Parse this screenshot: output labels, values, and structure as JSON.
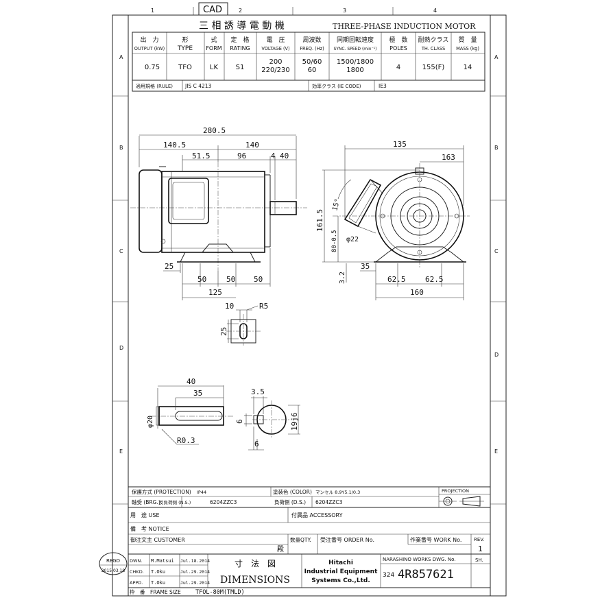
{
  "sheet": {
    "cad_label": "CAD",
    "col_numbers": [
      "1",
      "2",
      "3",
      "4"
    ],
    "row_letters": [
      "A",
      "B",
      "C",
      "D",
      "E"
    ]
  },
  "title": {
    "jp": "三 相 誘 導 電 動 機",
    "en": "THREE-PHASE INDUCTION MOTOR"
  },
  "spec_table": {
    "headers_jp": [
      "出　力",
      "形",
      "式",
      "定　格",
      "電　圧",
      "周波数",
      "同期回転速度",
      "極　数",
      "耐熱クラス",
      "質　量"
    ],
    "headers_en": [
      "OUTPUT (kW)",
      "TYPE",
      "FORM",
      "RATING",
      "VOLTAGE (V)",
      "FREQ. (Hz)",
      "SYNC. SPEED (min⁻¹)",
      "POLES",
      "TH. CLASS",
      "MASS (kg)"
    ],
    "values": [
      "0.75",
      "TFO",
      "LK",
      "S1",
      "200\n220/230",
      "50/60\n60",
      "1500/1800\n1800",
      "4",
      "155(F)",
      "14"
    ],
    "rule_label": "適用規格 (RULE)",
    "rule_value": "JIS C 4213",
    "ie_label": "効率クラス (IE CODE)",
    "ie_value": "IE3"
  },
  "dimensions": {
    "side_view": [
      "280.5",
      "140.5",
      "140",
      "51.5",
      "96",
      "4",
      "40",
      "25",
      "50",
      "50",
      "50",
      "125"
    ],
    "end_view": [
      "135",
      "163",
      "161.5",
      "15°",
      "80-0.5",
      "φ22",
      "35",
      "3.2",
      "62.5",
      "62.5",
      "160"
    ],
    "key_view": [
      "10",
      "R5",
      "25"
    ],
    "shaft_view": [
      "40",
      "35",
      "φ20",
      "R0.3",
      "3.5",
      "6",
      "19j6",
      "6"
    ]
  },
  "lower_table": {
    "protection_label": "保護方式 (PROTECTION)",
    "protection_value": "IP44",
    "color_label": "塗装色 (COLOR)",
    "color_value": "マンセル 8.9Y5.1/0.3",
    "bearing_label": "軸受 (BRG.)",
    "bearing_ns_label": "反負荷側 (N.S.)",
    "bearing_ns_value": "6204ZZC3",
    "bearing_ds_label": "負荷側 (D.S.)",
    "bearing_ds_value": "6204ZZC3",
    "projection_label": "PROJECTION",
    "use_label": "用　途 USE",
    "accessory_label": "付属品 ACCESSORY",
    "notice_label": "備　考 NOTICE",
    "customer_label": "御注文主 CUSTOMER",
    "honorific": "殿",
    "qty_label": "数量QTY.",
    "order_label": "受注番号 ORDER No.",
    "work_label": "作業番号 WORK No.",
    "rev_label": "REV.",
    "rev_value": "1",
    "sh_label": "SH.",
    "drawn_label": "DWN.",
    "drawn_by": "M.Matsui",
    "drawn_date": "Jul.18.2014",
    "checked_label": "CHKD.",
    "checked_by": "T.Oku",
    "checked_date": "Jul.29.2014",
    "approved_label": "APPD.",
    "approved_by": "T.Oku",
    "approved_date": "Jul.29.2014",
    "regd_label": "REGD",
    "regd_date": "2015.03.18",
    "dim_title_jp": "寸　法　図",
    "dim_title_en": "DIMENSIONS",
    "company_line1": "Hitachi",
    "company_line2": "Industrial Equipment",
    "company_line3": "Systems Co.,Ltd.",
    "dwg_label": "NARASHINO WORKS DWG. No.",
    "dwg_prefix": "324",
    "dwg_number": "4R857621",
    "frame_label": "枠　番　FRAME SIZE",
    "frame_value": "TFOL-80M(TMLD)"
  }
}
